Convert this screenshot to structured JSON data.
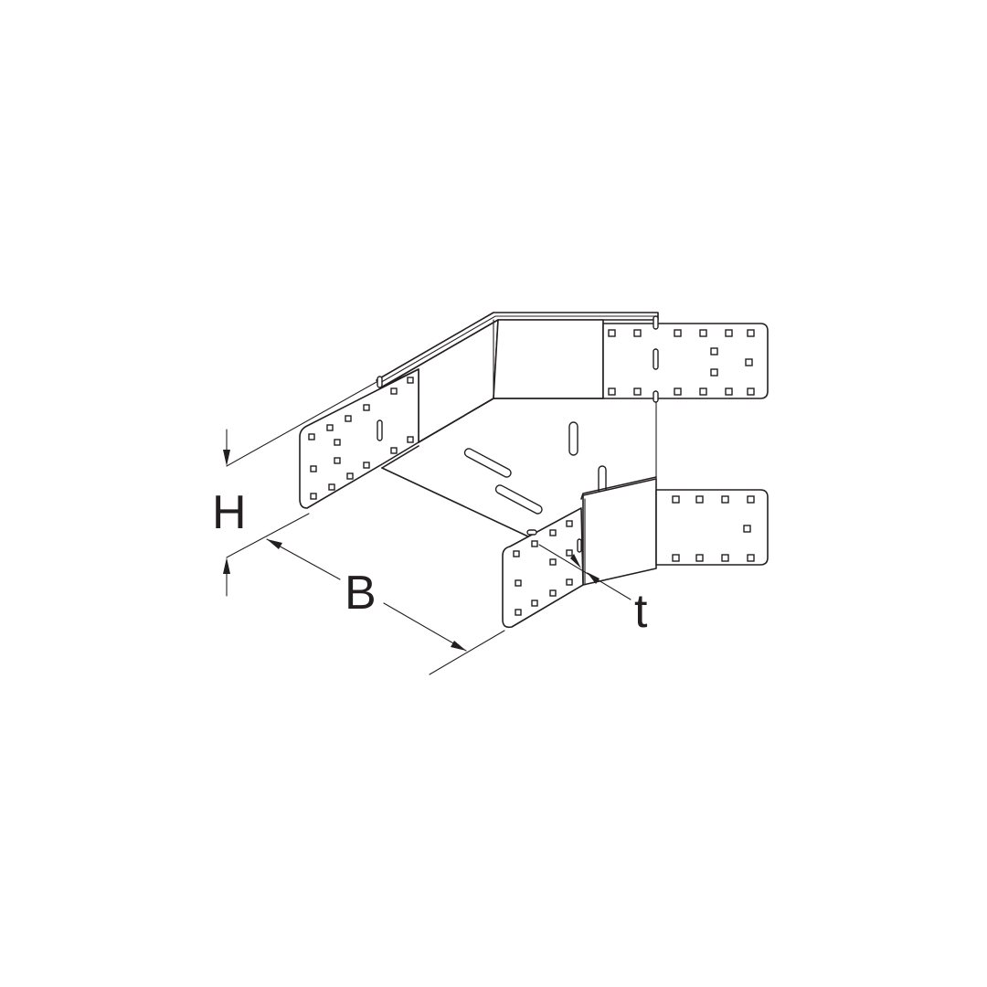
{
  "dimensions": {
    "height_label": "H",
    "width_label": "B",
    "thickness_label": "t"
  },
  "colors": {
    "line": "#231f20",
    "background": "#ffffff"
  }
}
